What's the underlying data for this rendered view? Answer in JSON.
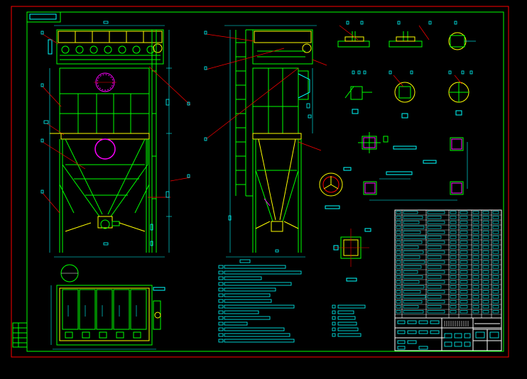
{
  "colors": {
    "background": "#000000",
    "frame": "#ff0000",
    "border": "#00ff00",
    "structure": "#00ff00",
    "structure_alt": "#ffff00",
    "text": "#00ffff",
    "leader": "#ff0000",
    "dimension": "#00ffff",
    "inlet": "#ff00ff",
    "white": "#ffffff"
  },
  "views": [
    "front-elevation",
    "side-elevation",
    "plan-view",
    "detail-views",
    "notes-block",
    "legend-block",
    "bill-of-materials",
    "title-block"
  ]
}
